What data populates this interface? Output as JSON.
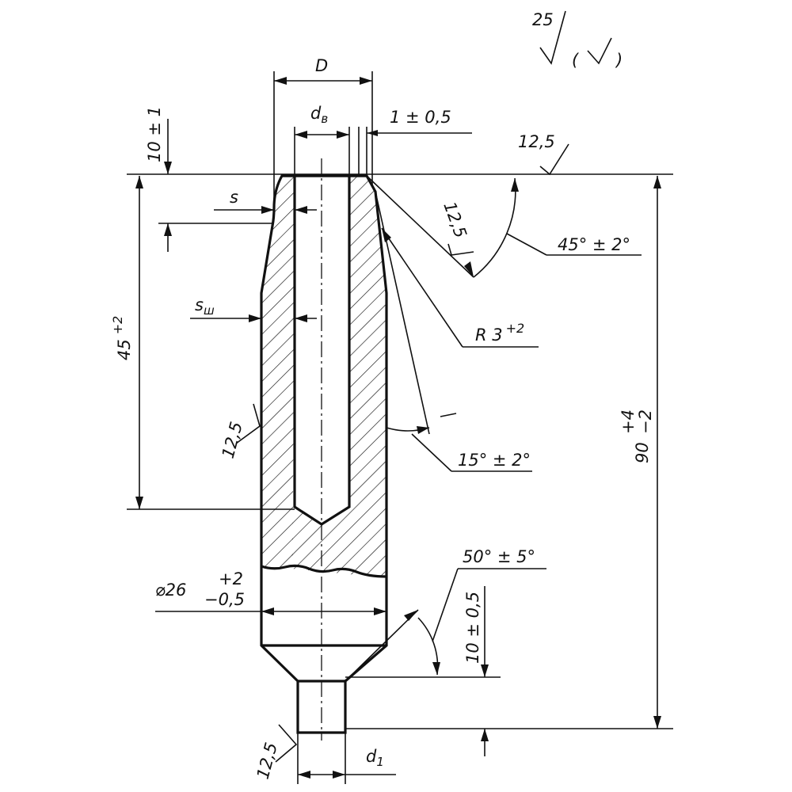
{
  "roughness": {
    "general": "25",
    "top_face": "12,5",
    "chamfer": "12,5",
    "left_side": "12,5",
    "tip": "12,5"
  },
  "dimensions": {
    "D": "D",
    "d_v": "d",
    "d_v_sub": "в",
    "tol_1": "1 ± 0,5",
    "ten_1": "10 ± 1",
    "s": "s",
    "s_sh": "s",
    "s_sh_sub": "ш",
    "depth_45": "45",
    "depth_45_tol": "+2",
    "angle_45": "45° ± 2°",
    "radius": "R 3",
    "radius_tol": "+2",
    "angle_15": "15° ± 2°",
    "length_90": "90",
    "length_90_upper": "+4",
    "length_90_lower": "−2",
    "angle_50": "50° ± 5°",
    "diameter_26": "⌀26",
    "diameter_26_upper": "+2",
    "diameter_26_lower": "−0,5",
    "ten_05": "10 ± 0,5",
    "d_1": "d",
    "d_1_sub": "1"
  }
}
